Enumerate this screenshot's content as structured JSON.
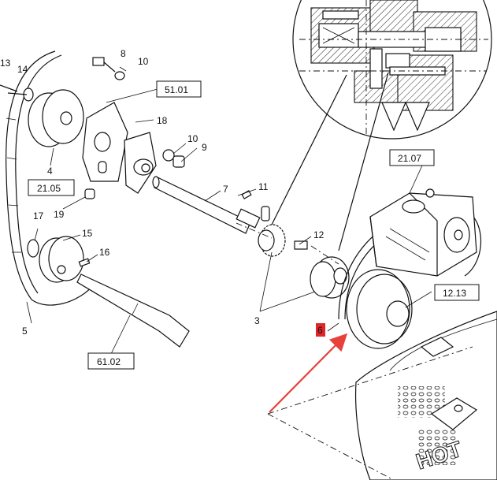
{
  "callouts": {
    "c13": "13",
    "c14": "14",
    "c8": "8",
    "c10a": "10",
    "c18": "18",
    "c10b": "10",
    "c9": "9",
    "c4": "4",
    "c7": "7",
    "c11": "11",
    "c17": "17",
    "c19": "19",
    "c15": "15",
    "c16": "16",
    "c5": "5",
    "c12": "12",
    "c3": "3",
    "c6": "6"
  },
  "ref_boxes": {
    "b5101": "51.01",
    "b2105": "21.05",
    "b2107": "21.07",
    "b1213": "12.13",
    "b6102": "61.02"
  },
  "engine_text": "HOT",
  "colors": {
    "highlight": "#e0262b",
    "arrow": "#e8403a",
    "line": "#111111"
  }
}
